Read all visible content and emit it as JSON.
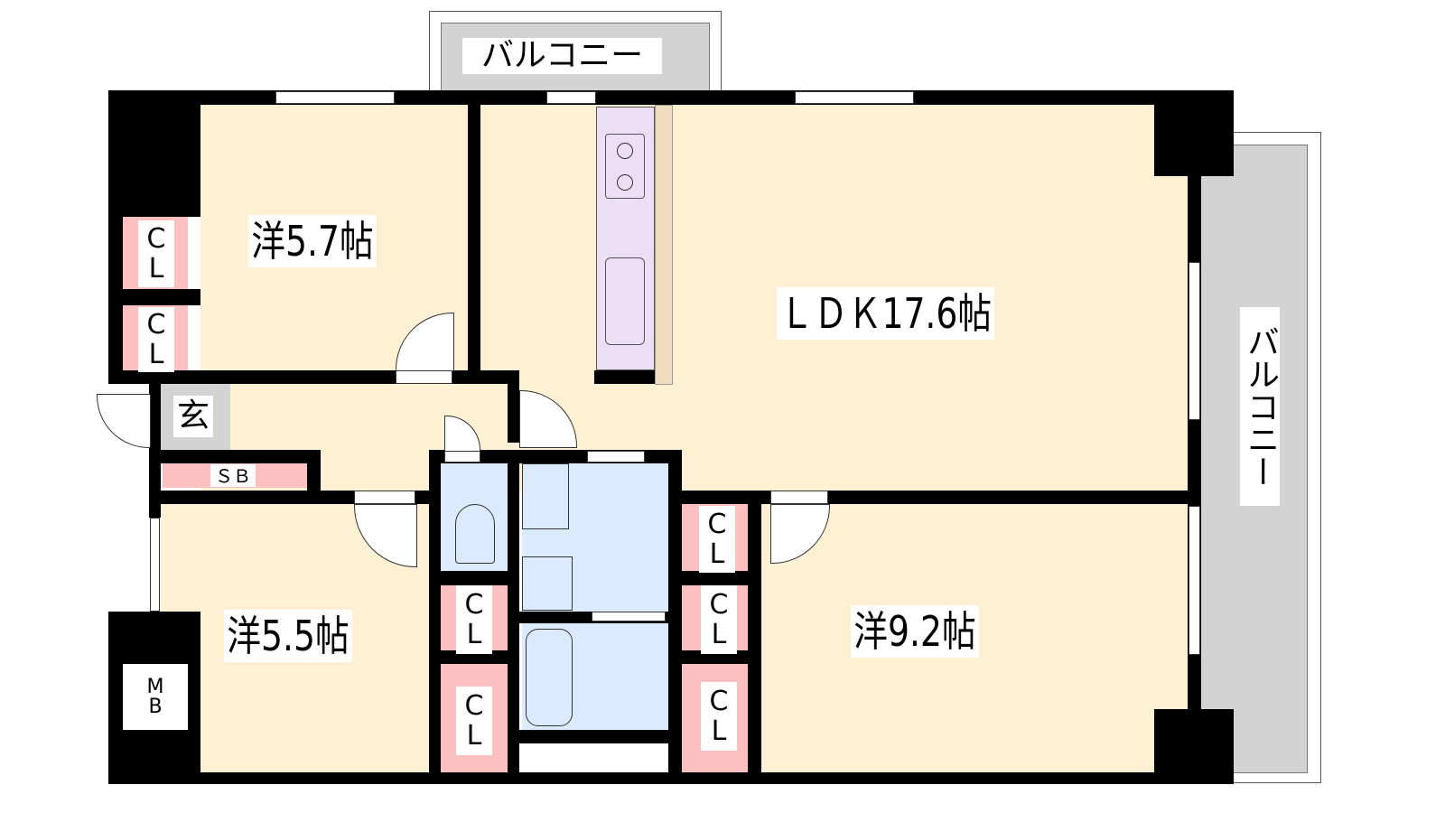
{
  "rooms": {
    "western_1": "洋5.7帖",
    "ldk": "ＬＤＫ17.6帖",
    "western_2": "洋5.5帖",
    "western_3": "洋9.2帖"
  },
  "balcony_top": "バルコニー",
  "balcony_right": "バルコニー",
  "entrance": "玄",
  "shoe_box": "ＳＢ",
  "meter_box": [
    "M",
    "B"
  ],
  "closet": [
    "C",
    "L"
  ],
  "colors": {
    "room": "#fdf0d3",
    "closet": "#fcc0c0",
    "wet": "#dbeafe",
    "balcony": "#d3d3d3",
    "kitchen": "#ecdff5"
  }
}
